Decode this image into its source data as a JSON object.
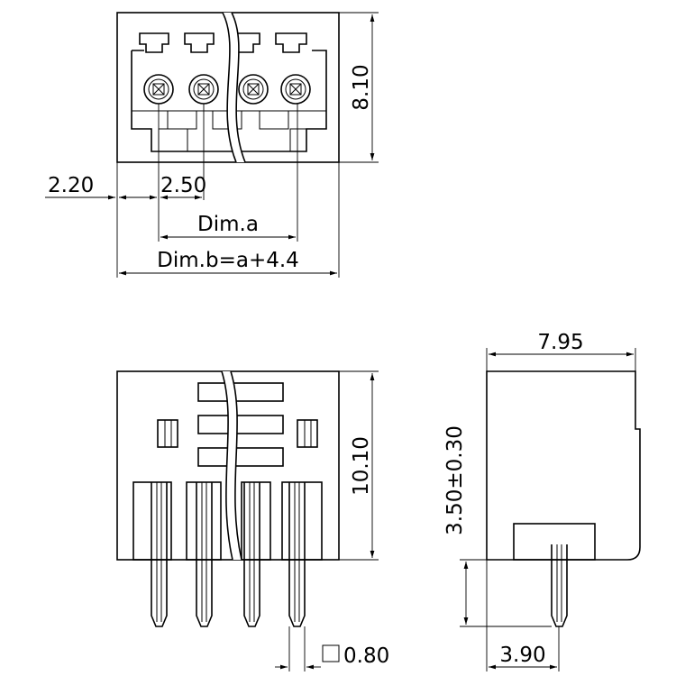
{
  "colors": {
    "line": "#000000",
    "background": "#ffffff"
  },
  "top_view": {
    "dim_height": "8.10",
    "dim_offset": "2.20",
    "dim_pitch": "2.50",
    "dim_a": "Dim.a",
    "dim_b": "Dim.b=a+4.4"
  },
  "front_view": {
    "dim_height": "10.10",
    "dim_pin": "0.80",
    "pin_shape": "square-symbol"
  },
  "side_view": {
    "dim_width": "7.95",
    "dim_pin_length": "3.50±0.30",
    "dim_pin_offset": "3.90"
  }
}
